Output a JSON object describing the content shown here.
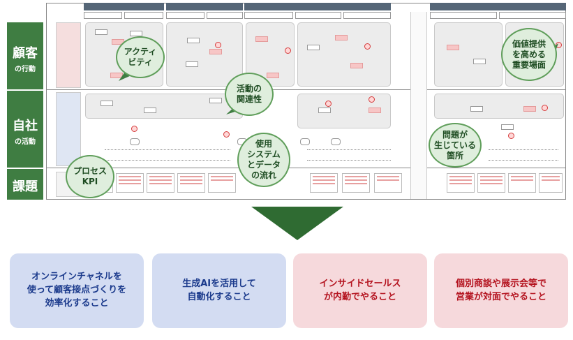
{
  "lanes": [
    {
      "big": "顧客",
      "small": "の行動"
    },
    {
      "big": "自社",
      "small": "の活動"
    },
    {
      "big": "課題",
      "small": ""
    }
  ],
  "callouts": {
    "activity": "アクティ\nビティ",
    "relevance": "活動の\n関連性",
    "value": "価値提供\nを高める\n重要場面",
    "system": "使用\nシステム\nとデータ\nの流れ",
    "problem": "問題が\n生じている\n箇所",
    "kpi": "プロセス\nKPI"
  },
  "solutions": [
    {
      "text": "オンラインチャネルを\n使って顧客接点づくりを\n効率化すること",
      "color": "#1b3a8c"
    },
    {
      "text": "生成AIを活用して\n自動化すること",
      "color": "#1b3a8c"
    },
    {
      "text": "インサイドセールス\nが内勤でやること",
      "color": "#b4131f"
    },
    {
      "text": "個別商談や展示会等で\n営業が対面でやること",
      "color": "#b4131f"
    }
  ],
  "colors": {
    "lane": "#3f7d42",
    "arrow": "#2f6b32",
    "blue_card": "#d3dcf2",
    "red_card": "#f6d9dc"
  }
}
